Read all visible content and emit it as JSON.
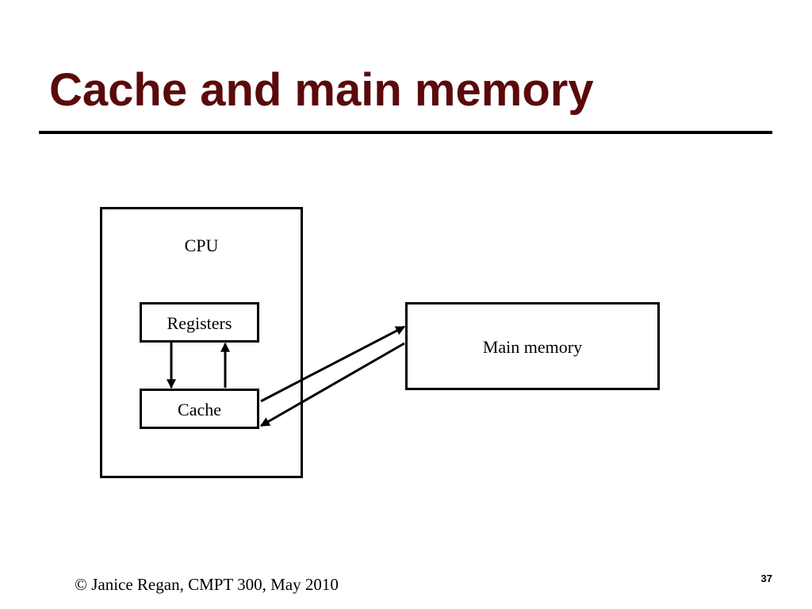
{
  "slide": {
    "title": "Cache and main memory",
    "title_color": "#5a0a0a",
    "footer": "© Janice Regan, CMPT 300, May 2010",
    "page_number": "37"
  },
  "diagram": {
    "nodes": {
      "cpu": "CPU",
      "registers": "Registers",
      "cache": "Cache",
      "main_memory": "Main memory"
    },
    "edges": [
      {
        "from": "registers",
        "to": "cache"
      },
      {
        "from": "cache",
        "to": "registers"
      },
      {
        "from": "cache",
        "to": "main_memory"
      },
      {
        "from": "main_memory",
        "to": "cache"
      }
    ]
  }
}
